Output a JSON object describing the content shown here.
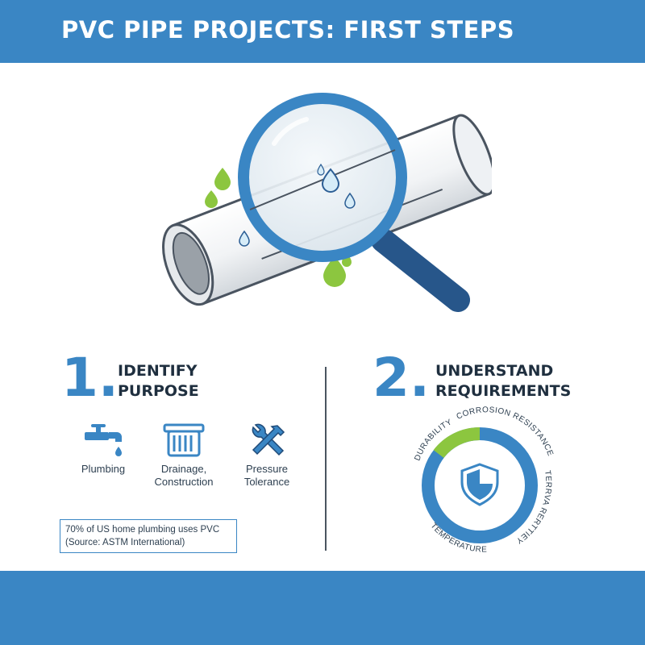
{
  "header": {
    "title": "PVC PIPE PROJECTS: FIRST STEPS"
  },
  "colors": {
    "brand_blue": "#3a86c4",
    "dark_blue": "#2c5e95",
    "accent_green": "#8cc63f",
    "text_dark": "#1f2f3f"
  },
  "hero": {
    "icons": [
      "pvc-pipe-icon",
      "magnifying-glass-icon",
      "water-drop-icon"
    ]
  },
  "step1": {
    "number": "1.",
    "heading_line1": "IDENTIFY",
    "heading_line2": "PURPOSE",
    "items": [
      {
        "icon": "faucet-icon",
        "label_line1": "Plumbing",
        "label_line2": ""
      },
      {
        "icon": "drain-grate-icon",
        "label_line1": "Drainage,",
        "label_line2": "Construction"
      },
      {
        "icon": "wrench-hammer-icon",
        "label_line1": "Pressure",
        "label_line2": "Tolerance"
      }
    ],
    "stat_line1": "70% of US home plumbing uses PVC",
    "stat_line2": "(Source: ASTM International)"
  },
  "step2": {
    "number": "2.",
    "heading_line1": "UNDERSTAND",
    "heading_line2": "REQUIREMENTS",
    "ring_labels": [
      "CORROSION RESISTANCE",
      "TERRVA RERTTIEY",
      "TEMPERATURE",
      "DURABILITY"
    ],
    "center_icon": "shield-icon"
  }
}
